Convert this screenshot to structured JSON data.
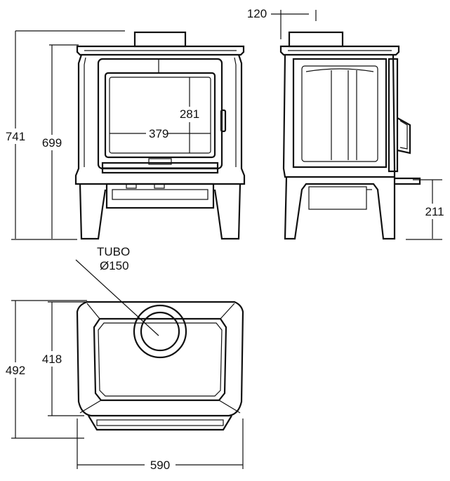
{
  "front_view": {
    "height_total": "741",
    "height_body": "699",
    "window_height": "281",
    "window_width": "379"
  },
  "side_view": {
    "flue_offset": "120",
    "leg_height": "211"
  },
  "top_view": {
    "flue_label_line1": "TUBO",
    "flue_label_line2": "Ø150",
    "depth_total": "492",
    "depth_body": "418",
    "width_total": "590"
  }
}
